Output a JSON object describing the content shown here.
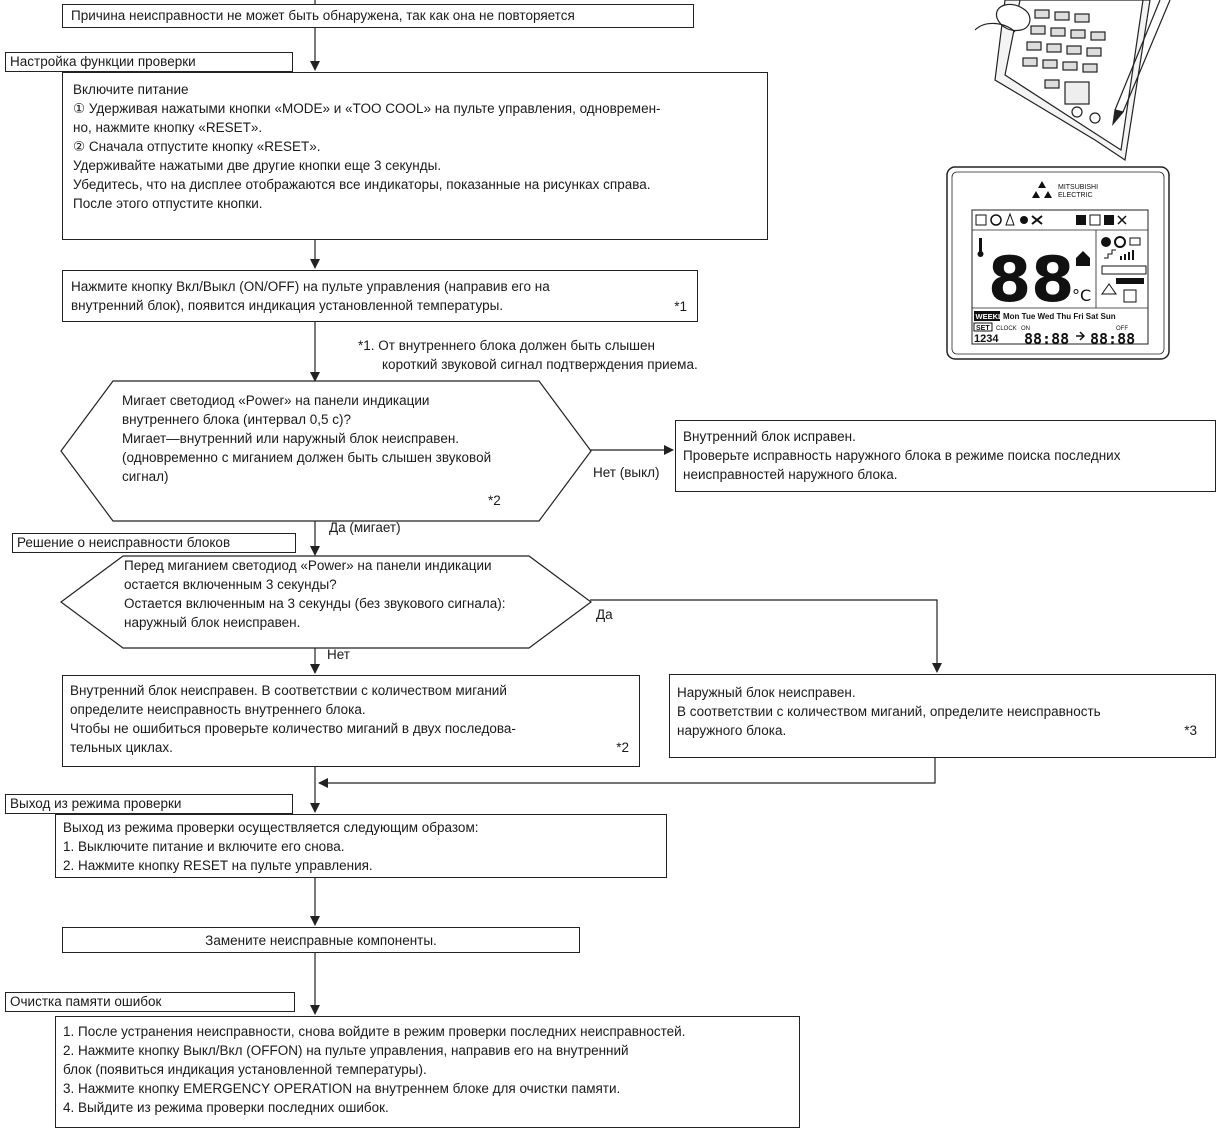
{
  "top_box": {
    "text": "Причина неисправности не может быть обнаружена, так как она не повторяется"
  },
  "sections": {
    "setup": "Настройка функции проверки",
    "decision": "Решение о неисправности блоков",
    "exit": "Выход из режима проверки",
    "clear": "Очистка памяти ошибок"
  },
  "setup_box": {
    "lines": [
      "Включите питание",
      "① Удерживая нажатыми кнопки «MODE» и «TOO COOL» на пульте управления, одновремен-",
      "но, нажмите кнопку «RESET».",
      "② Сначала отпустите кнопку «RESET».",
      "Удерживайте нажатыми две другие кнопки еще 3 секунды.",
      "Убедитесь, что на дисплее отображаются все индикаторы, показанные на рисунках справа.",
      "После этого отпустите кнопки."
    ]
  },
  "onoff_box": {
    "lines": [
      "Нажмите кнопку Вкл/Выкл (ON/OFF) на пульте управления (направив его на",
      "внутренний блок), появится индикация установленной температуры."
    ],
    "note": "*1"
  },
  "footnote1": {
    "lines": [
      "*1. От внутреннего блока должен быть слышен",
      "короткий звуковой сигнал подтверждения приема."
    ]
  },
  "hex1": {
    "lines": [
      "Мигает светодиод «Power» на панели индикации",
      "внутреннего блока (интервал 0,5 с)?",
      "Мигает—внутренний или наружный блок неисправен.",
      "(одновременно с миганием должен быть слышен звуковой",
      "сигнал)"
    ],
    "note": "*2"
  },
  "no_label": "Нет (выкл)",
  "indoor_ok_box": {
    "lines": [
      "Внутренний блок исправен.",
      "Проверьте исправность наружного блока в режиме поиска последних",
      "неисправностей наружного блока."
    ]
  },
  "yes_blink_label": "Да (мигает)",
  "hex2": {
    "lines": [
      "Перед миганием светодиод «Power» на панели индикации",
      "остается включенным 3 секунды?",
      "Остается включенным на 3 секунды (без звукового сигнала):",
      "наружный блок неисправен."
    ]
  },
  "yes_label": "Да",
  "no2_label": "Нет",
  "indoor_bad_box": {
    "lines": [
      "Внутренний блок неисправен. В соответствии с количеством миганий",
      "определите неисправность внутреннего блока.",
      "Чтобы не ошибиться проверьте количество миганий в двух последова-",
      "тельных циклах."
    ],
    "note": "*2"
  },
  "outdoor_bad_box": {
    "lines": [
      "Наружный блок неисправен.",
      "В соответствии с количеством миганий, определите неисправность",
      "наружного блока."
    ],
    "note": "*3"
  },
  "exit_box": {
    "lines": [
      "Выход из режима проверки осуществляется следующим образом:",
      "1. Выключите питание и включите его снова.",
      "2. Нажмите кнопку RESET на пульте управления."
    ]
  },
  "replace_box": {
    "text": "Замените неисправные компоненты."
  },
  "clear_box": {
    "lines": [
      "1. После устранения неисправности, снова войдите в режим проверки последних неисправностей.",
      "2. Нажмите кнопку Выкл/Вкл (OFFON) на пульте управления, направив его на внутренний",
      "блок (появиться индикация установленной температуры).",
      "3. Нажмите кнопку EMERGENCY OPERATION на внутреннем блоке для очистки памяти.",
      "4. Выйдите из режима проверки последних ошибок."
    ]
  },
  "lcd": {
    "brand_line1": "MITSUBISHI",
    "brand_line2": "ELECTRIC",
    "temp_digits": "88",
    "temp_unit": "°C",
    "weekly": "WEEKLY",
    "days": "Mon Tue Wed Thu Fri Sat Sun",
    "set": "SET",
    "clock": "CLOCK",
    "on": "ON",
    "off": "OFF",
    "prog_numbers": "1234",
    "time1": "88:88",
    "time2": "88:88"
  }
}
